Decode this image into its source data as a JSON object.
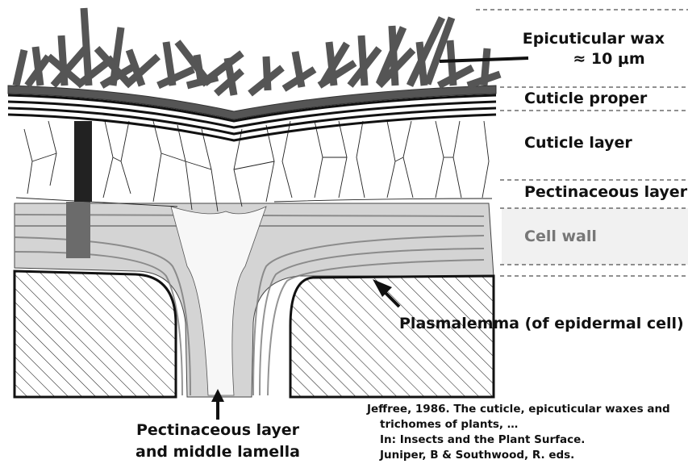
{
  "labels": {
    "epicuticular_wax": "Epicuticular wax",
    "wax_thickness": "≈ 10 μm",
    "cuticle_proper": "Cuticle proper",
    "cuticle_layer": "Cuticle layer",
    "pectinaceous_layer": "Pectinaceous layer",
    "cell_wall": "Cell wall",
    "plasmalemma": "Plasmalemma (of epidermal cell)",
    "pectinaceous_middle_line1": "Pectinaceous layer",
    "pectinaceous_middle_line2": "and middle lamella"
  },
  "citation": {
    "line1": "Jeffree, 1986. The cuticle, epicuticular waxes and",
    "line2": "trichomes of plants, …",
    "line3": "In: Insects and the Plant Surface.",
    "line4": "Juniper, B & Southwood, R. eds."
  },
  "colors": {
    "wax": "#555555",
    "ink": "#111111",
    "cell_wall_band": "#f1f1f1",
    "cell_wall_text": "#777777"
  }
}
